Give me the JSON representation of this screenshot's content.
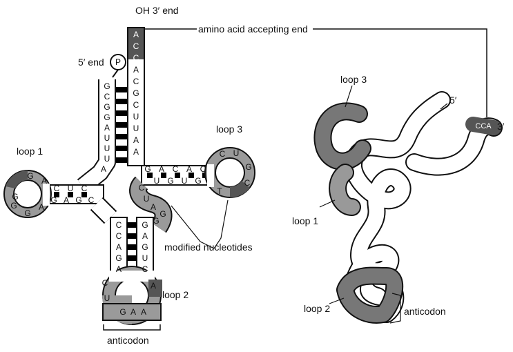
{
  "labels": {
    "oh_3_end": "OH  3′ end",
    "amino_acid_end": "amino acid accepting end",
    "five_end": "5′ end",
    "phosphate": "P",
    "loop1": "loop 1",
    "loop2": "loop 2",
    "loop3": "loop 3",
    "anticodon": "anticodon",
    "modified": "modified nucleotides",
    "right_loop3": "loop 3",
    "right_loop1": "loop 1",
    "right_loop2": "loop 2",
    "right_anticodon": "anticodon",
    "right_5": "5′",
    "right_3": "3′",
    "right_cca": "CCA"
  },
  "acceptor_3prime": [
    "A",
    "C",
    "C",
    "A",
    "C",
    "G",
    "C",
    "U",
    "U",
    "A",
    "A"
  ],
  "acceptor_5prime": [
    "G",
    "C",
    "G",
    "G",
    "A",
    "U",
    "U",
    "U",
    "A"
  ],
  "loop1_stem_top": [
    "C",
    "U",
    "C"
  ],
  "loop1_stem_bottom": [
    "G",
    "A",
    "G",
    "C"
  ],
  "loop1_loop": [
    "G",
    "A",
    "G",
    "G",
    "G",
    "A"
  ],
  "loop3_stem_top": [
    "G",
    "A",
    "C",
    "A",
    "C"
  ],
  "loop3_stem_bottom": [
    "U",
    "G",
    "U",
    "G"
  ],
  "loop3_loop": [
    "C",
    "U",
    "G",
    "C",
    "T"
  ],
  "anticodon_stem_left": [
    "C",
    "C",
    "A",
    "G",
    "A"
  ],
  "anticodon_stem_right": [
    "G",
    "A",
    "G",
    "U",
    "C"
  ],
  "anticodon_loop": [
    "C",
    "U",
    "G",
    "A",
    "A",
    "A"
  ],
  "junction": [
    "C",
    "U",
    "A",
    "G",
    "G"
  ],
  "colors": {
    "dark": "#555555",
    "mid": "#9a9a9a",
    "outline": "#111111",
    "pair": "#000000"
  }
}
